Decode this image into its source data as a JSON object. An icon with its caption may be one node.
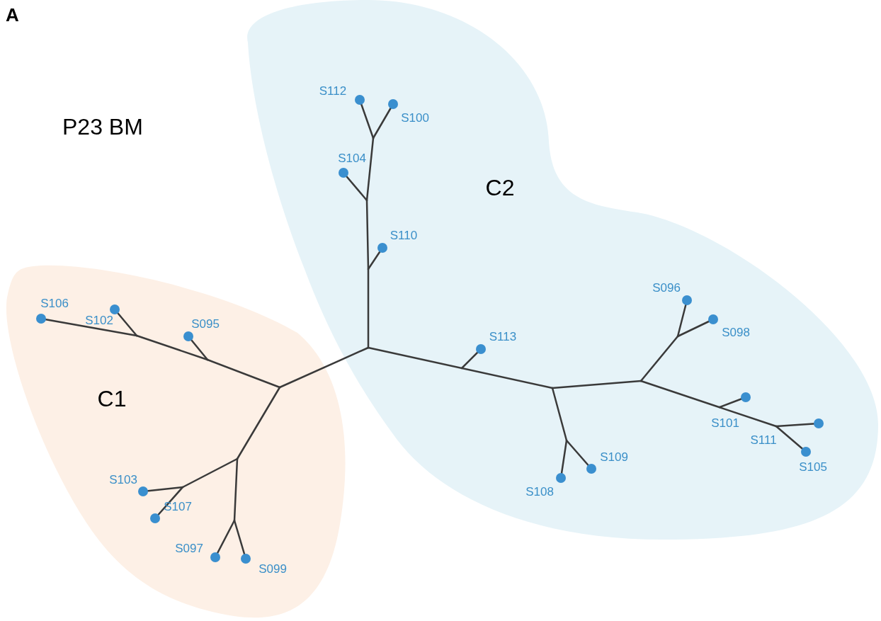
{
  "diagram": {
    "nodes": [
      {
        "text": [
          "C1"
        ]
      },
      {
        "text": [
          "C2"
        ]
      },
      {
        "text": [
          "S106"
        ],
        "in": 0
      },
      {
        "text": [
          "S102"
        ],
        "in": 0
      },
      {
        "text": [
          "S095"
        ],
        "in": 0
      },
      {
        "text": [
          "S103"
        ],
        "in": 0
      },
      {
        "text": [
          "S107"
        ],
        "in": 0
      },
      {
        "text": [
          "S097"
        ],
        "in": 0
      },
      {
        "text": [
          "S099"
        ],
        "in": 0
      },
      {
        "text": [
          "S112"
        ],
        "in": 1
      },
      {
        "text": [
          "S100"
        ],
        "in": 1
      },
      {
        "text": [
          "S104"
        ],
        "in": 1
      },
      {
        "text": [
          "S110"
        ],
        "in": 1
      },
      {
        "text": [
          "S113"
        ],
        "in": 1
      },
      {
        "text": [
          "S096"
        ],
        "in": 1
      },
      {
        "text": [
          "S098"
        ],
        "in": 1
      },
      {
        "text": [
          "S101"
        ],
        "in": 1
      },
      {
        "text": [
          "S111"
        ],
        "in": 1
      },
      {
        "text": [
          "S105"
        ],
        "in": 1
      },
      {
        "text": [
          "S108"
        ],
        "in": 1
      },
      {
        "text": [
          "S109"
        ],
        "in": 1
      }
    ],
    "labels": [
      "A",
      "P23 BM"
    ]
  }
}
